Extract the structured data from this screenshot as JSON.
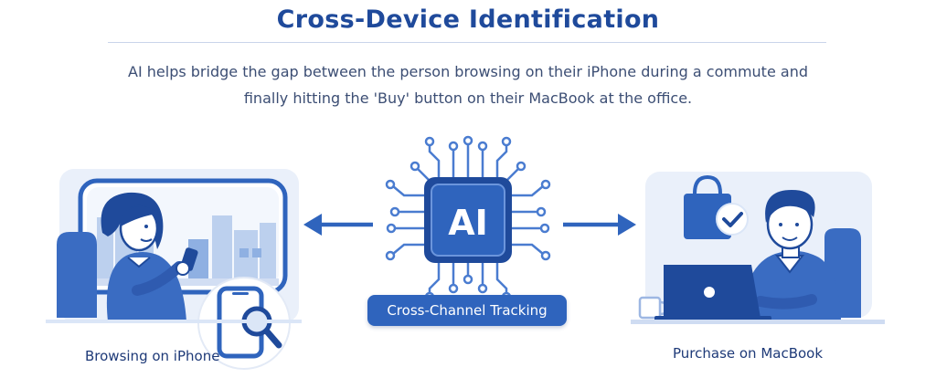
{
  "header": {
    "title": "Cross-Device Identification",
    "subtitle_line1": "AI helps bridge the gap between the person browsing on their iPhone during a commute and",
    "subtitle_line2": "finally hitting the 'Buy' button on their MacBook at the office."
  },
  "center": {
    "chip_label": "AI",
    "badge_label": "Cross-Channel Tracking"
  },
  "left_scene": {
    "caption": "Browsing on iPhone"
  },
  "right_scene": {
    "caption": "Purchase on MacBook"
  },
  "colors": {
    "primary": "#2f64bd",
    "dark": "#1f4a9b",
    "light": "#dbe6f7",
    "pale": "#eef3fb"
  },
  "icons": [
    "ai-chip-icon",
    "smartphone-icon",
    "magnifier-icon",
    "shopping-bag-icon",
    "checkmark-icon",
    "laptop-icon",
    "arrow-left-icon",
    "arrow-right-icon"
  ]
}
